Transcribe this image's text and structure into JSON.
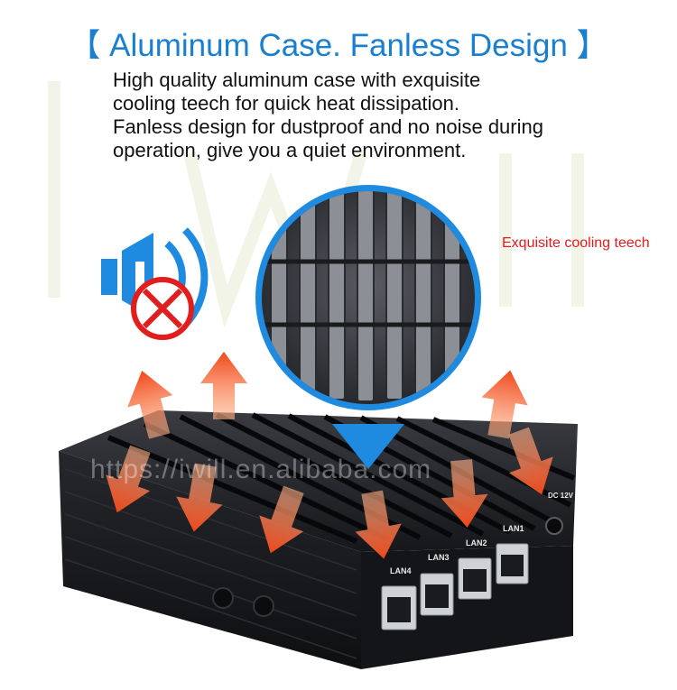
{
  "heading": "【 Aluminum Case. Fanless Design 】",
  "description": [
    "High quality aluminum case with exquisite",
    "cooling teech for quick heat dissipation.",
    "Fanless design for dustproof and no noise during",
    "operation, give you a quiet environment."
  ],
  "callout": "Exquisite cooling teech",
  "watermark": "https://iwill.en.alibaba.com",
  "ports": {
    "lan4": "LAN4",
    "lan3": "LAN3",
    "lan2": "LAN2",
    "lan1": "LAN1"
  },
  "power_label": "DC 12V",
  "icons": [
    "no-sound-icon",
    "heat-arrow-icon"
  ],
  "colors": {
    "accent": "#1a7fcf",
    "callout": "#e11d1d",
    "case": "#1b1c20",
    "heat": "#f0581e"
  }
}
